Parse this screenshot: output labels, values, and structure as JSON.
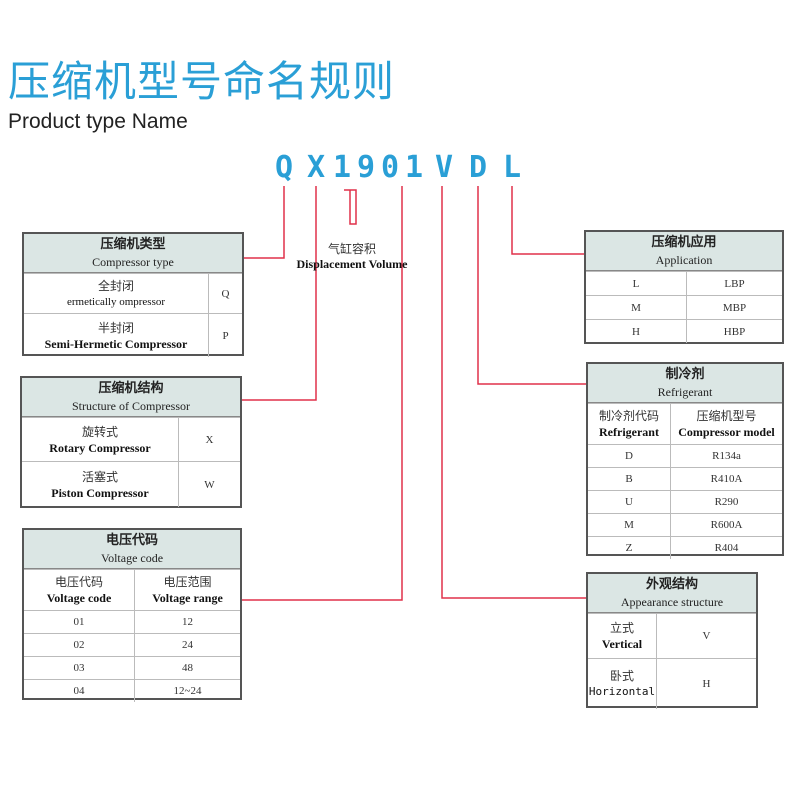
{
  "title_cn": "压缩机型号命名规则",
  "title_en": "Product type Name",
  "code_letters": [
    "Q",
    "X",
    "1",
    "9",
    "0",
    "1",
    "V",
    "D",
    "L"
  ],
  "colors": {
    "accent": "#2a9fd6",
    "line": "#e0304a",
    "header_bg": "#dbe6e4"
  },
  "displacement": {
    "cn": "气缸容积",
    "en": "Displacement Volume"
  },
  "compressor_type": {
    "cn": "压缩机类型",
    "en": "Compressor type",
    "rows": [
      {
        "cn": "全封闭",
        "en": "ermetically ompressor",
        "code": "Q"
      },
      {
        "cn": "半封闭",
        "en": "Semi-Hermetic Compressor",
        "code": "P"
      }
    ]
  },
  "structure": {
    "cn": "压缩机结构",
    "en": "Structure of Compressor",
    "rows": [
      {
        "cn": "旋转式",
        "en": "Rotary Compressor",
        "code": "X"
      },
      {
        "cn": "活塞式",
        "en": "Piston Compressor",
        "code": "W"
      }
    ]
  },
  "voltage": {
    "cn": "电压代码",
    "en": "Voltage code",
    "col_headers": [
      {
        "cn": "电压代码",
        "en": "Voltage code"
      },
      {
        "cn": "电压范围",
        "en": "Voltage range"
      }
    ],
    "rows": [
      {
        "code": "01",
        "range": "12"
      },
      {
        "code": "02",
        "range": "24"
      },
      {
        "code": "03",
        "range": "48"
      },
      {
        "code": "04",
        "range": "12~24"
      }
    ]
  },
  "application": {
    "cn": "压缩机应用",
    "en": "Application",
    "rows": [
      {
        "code": "L",
        "value": "LBP"
      },
      {
        "code": "M",
        "value": "MBP"
      },
      {
        "code": "H",
        "value": "HBP"
      }
    ]
  },
  "refrigerant": {
    "cn": "制冷剂",
    "en": "Refrigerant",
    "col_headers": [
      {
        "cn": "制冷剂代码",
        "en": "Refrigerant"
      },
      {
        "cn": "压缩机型号",
        "en": "Compressor model"
      }
    ],
    "rows": [
      {
        "code": "D",
        "value": "R134a"
      },
      {
        "code": "B",
        "value": "R410A"
      },
      {
        "code": "U",
        "value": "R290"
      },
      {
        "code": "M",
        "value": "R600A"
      },
      {
        "code": "Z",
        "value": "R404"
      }
    ]
  },
  "appearance": {
    "cn": "外观结构",
    "en": "Appearance structure",
    "rows": [
      {
        "cn": "立式",
        "en": "Vertical",
        "code": "V"
      },
      {
        "cn": "卧式",
        "en": "Horizontal",
        "code": "H"
      }
    ]
  }
}
